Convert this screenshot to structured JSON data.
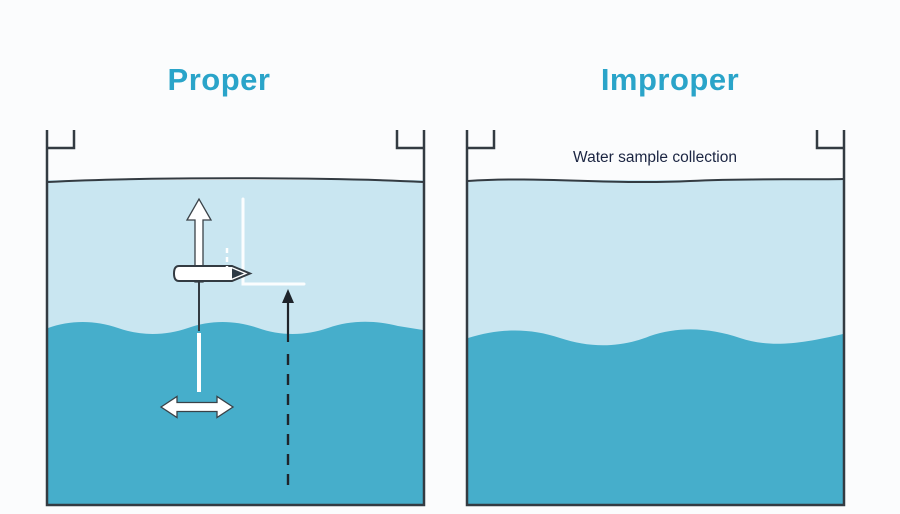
{
  "panels": {
    "left": {
      "title": "Proper"
    },
    "right": {
      "title": "Improper",
      "tank_label": "Water sample collection"
    }
  },
  "colors": {
    "title_accent": "#2aa4c9",
    "water_upper": "#c9e6f1",
    "water_lower": "#46aecb",
    "tank_outline": "#333b42",
    "label_text": "#1b2542",
    "annotation_white": "#ffffff",
    "annotation_dark": "#1e242b",
    "background": "#fbfcfd"
  },
  "glyphs": {
    "sampler_device": "horizontal probe body with pointed nose",
    "up_arrow": "white outlined arrow pointing up",
    "depth_bracket": "white L-shaped reference line",
    "drop_dashed_line": "short white dashed down arrow",
    "rise_arrow": "thin dark up arrow with long dashed path below",
    "lateral_double_arrow": "white double-headed horizontal arrow",
    "sampler_rod": "thin rod from device into lower layer"
  }
}
